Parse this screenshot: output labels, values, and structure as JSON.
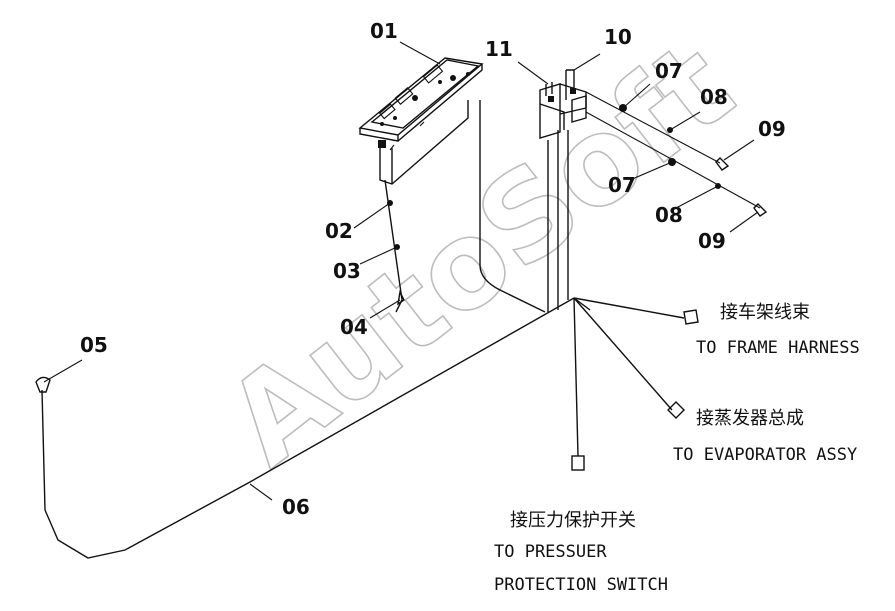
{
  "parts": [
    {
      "id": "01",
      "label": "01"
    },
    {
      "id": "02",
      "label": "02"
    },
    {
      "id": "03",
      "label": "03"
    },
    {
      "id": "04",
      "label": "04"
    },
    {
      "id": "05",
      "label": "05"
    },
    {
      "id": "06",
      "label": "06"
    },
    {
      "id": "07a",
      "label": "07"
    },
    {
      "id": "07b",
      "label": "07"
    },
    {
      "id": "08a",
      "label": "08"
    },
    {
      "id": "08b",
      "label": "08"
    },
    {
      "id": "09a",
      "label": "09"
    },
    {
      "id": "09b",
      "label": "09"
    },
    {
      "id": "10",
      "label": "10"
    },
    {
      "id": "11",
      "label": "11"
    }
  ],
  "connections": {
    "frame": {
      "cn": "接车架线束",
      "en": "TO FRAME HARNESS"
    },
    "evaporator": {
      "cn": "接蒸发器总成",
      "en": "TO EVAPORATOR ASSY"
    },
    "pressure": {
      "cn": "接压力保护开关",
      "en1": "TO PRESSUER",
      "en2": "PROTECTION SWITCH"
    }
  },
  "watermark": "AutoSoft"
}
